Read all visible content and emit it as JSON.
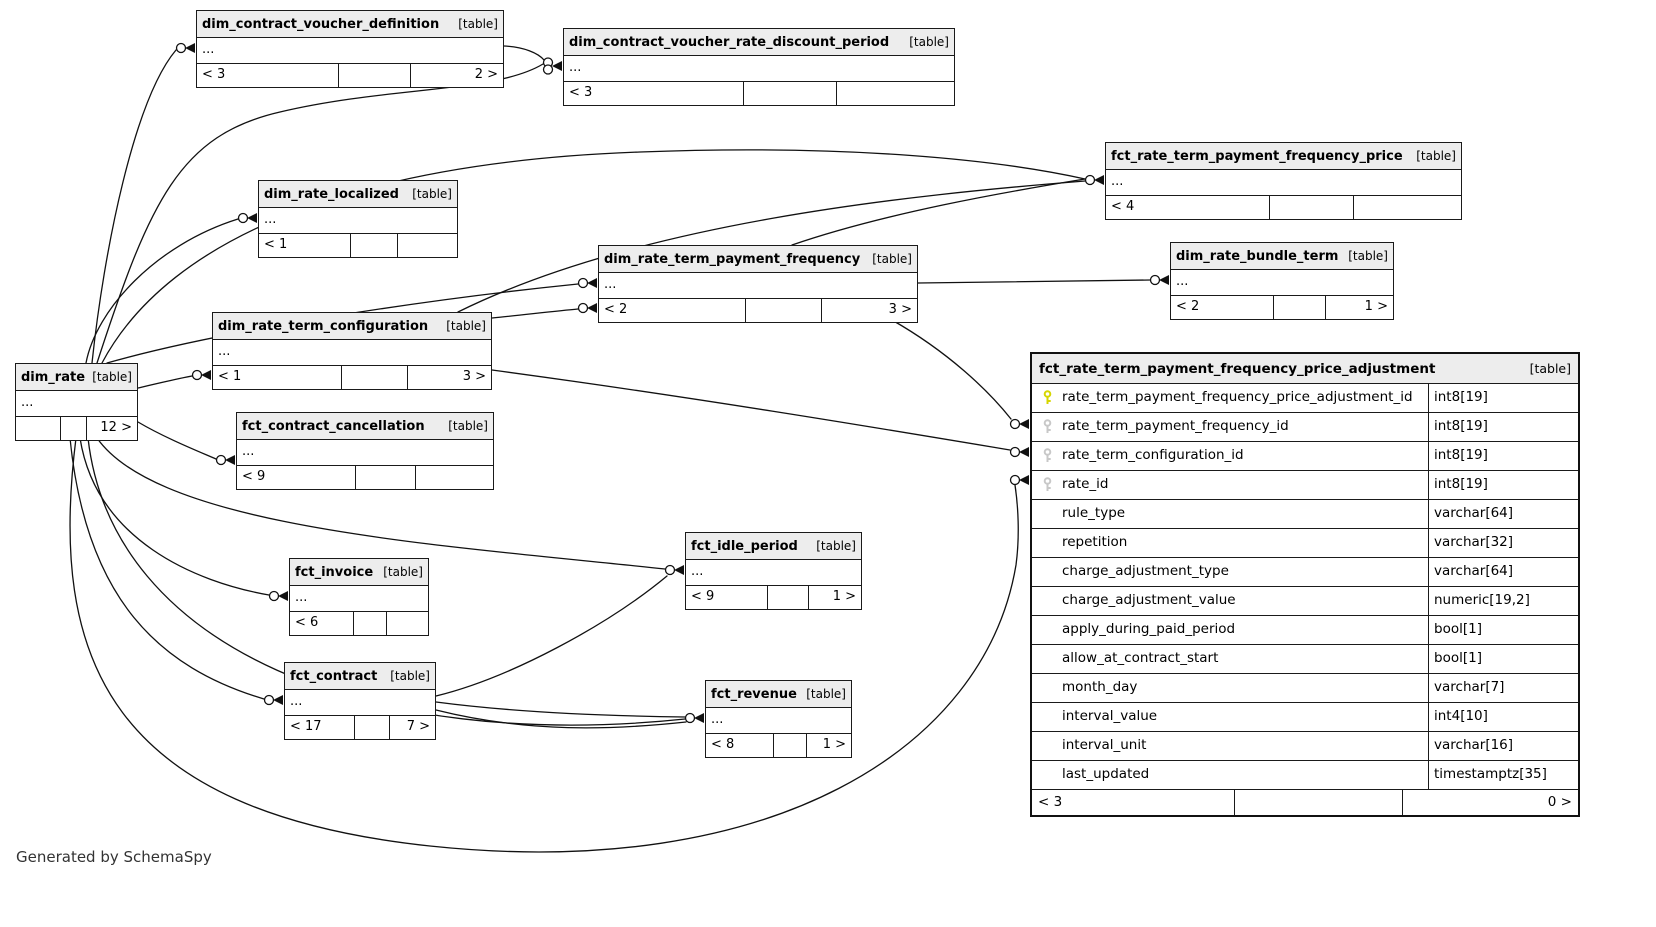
{
  "generator_note": "Generated by SchemaSpy",
  "colors": {
    "header_bg": "#ededed",
    "border": "#1a1a1a",
    "primary_key": "#d6d600",
    "foreign_key": "#c8c8c8"
  },
  "tables": [
    {
      "name": "dim_contract_voucher_definition",
      "tag": "[table]",
      "ellipsis": "...",
      "footer": {
        "left": "< 3",
        "mid": "",
        "right": "2 >"
      }
    },
    {
      "name": "dim_contract_voucher_rate_discount_period",
      "tag": "[table]",
      "ellipsis": "...",
      "footer": {
        "left": "< 3",
        "mid": "",
        "right": ""
      }
    },
    {
      "name": "fct_rate_term_payment_frequency_price",
      "tag": "[table]",
      "ellipsis": "...",
      "footer": {
        "left": "< 4",
        "mid": "",
        "right": ""
      }
    },
    {
      "name": "dim_rate_localized",
      "tag": "[table]",
      "ellipsis": "...",
      "footer": {
        "left": "< 1",
        "mid": "",
        "right": ""
      }
    },
    {
      "name": "dim_rate_term_payment_frequency",
      "tag": "[table]",
      "ellipsis": "...",
      "footer": {
        "left": "< 2",
        "mid": "",
        "right": "3 >"
      }
    },
    {
      "name": "dim_rate_bundle_term",
      "tag": "[table]",
      "ellipsis": "...",
      "footer": {
        "left": "< 2",
        "mid": "",
        "right": "1 >"
      }
    },
    {
      "name": "dim_rate_term_configuration",
      "tag": "[table]",
      "ellipsis": "...",
      "footer": {
        "left": "< 1",
        "mid": "",
        "right": "3 >"
      }
    },
    {
      "name": "dim_rate",
      "tag": "[table]",
      "ellipsis": "...",
      "footer": {
        "left": "",
        "mid": "",
        "right": "12 >"
      }
    },
    {
      "name": "fct_contract_cancellation",
      "tag": "[table]",
      "ellipsis": "...",
      "footer": {
        "left": "< 9",
        "mid": "",
        "right": ""
      }
    },
    {
      "name": "fct_invoice",
      "tag": "[table]",
      "ellipsis": "...",
      "footer": {
        "left": "< 6",
        "mid": "",
        "right": ""
      }
    },
    {
      "name": "fct_idle_period",
      "tag": "[table]",
      "ellipsis": "...",
      "footer": {
        "left": "< 9",
        "mid": "",
        "right": "1 >"
      }
    },
    {
      "name": "fct_contract",
      "tag": "[table]",
      "ellipsis": "...",
      "footer": {
        "left": "< 17",
        "mid": "",
        "right": "7 >"
      }
    },
    {
      "name": "fct_revenue",
      "tag": "[table]",
      "ellipsis": "...",
      "footer": {
        "left": "< 8",
        "mid": "",
        "right": "1 >"
      }
    },
    {
      "name": "fct_rate_term_payment_frequency_price_adjustment",
      "tag": "[table]",
      "columns": [
        {
          "name": "rate_term_payment_frequency_price_adjustment_id",
          "type": "int8[19]",
          "key": "pk"
        },
        {
          "name": "rate_term_payment_frequency_id",
          "type": "int8[19]",
          "key": "fk"
        },
        {
          "name": "rate_term_configuration_id",
          "type": "int8[19]",
          "key": "fk"
        },
        {
          "name": "rate_id",
          "type": "int8[19]",
          "key": "fk"
        },
        {
          "name": "rule_type",
          "type": "varchar[64]",
          "key": ""
        },
        {
          "name": "repetition",
          "type": "varchar[32]",
          "key": ""
        },
        {
          "name": "charge_adjustment_type",
          "type": "varchar[64]",
          "key": ""
        },
        {
          "name": "charge_adjustment_value",
          "type": "numeric[19,2]",
          "key": ""
        },
        {
          "name": "apply_during_paid_period",
          "type": "bool[1]",
          "key": ""
        },
        {
          "name": "allow_at_contract_start",
          "type": "bool[1]",
          "key": ""
        },
        {
          "name": "month_day",
          "type": "varchar[7]",
          "key": ""
        },
        {
          "name": "interval_value",
          "type": "int4[10]",
          "key": ""
        },
        {
          "name": "interval_unit",
          "type": "varchar[16]",
          "key": ""
        },
        {
          "name": "last_updated",
          "type": "timestamptz[35]",
          "key": ""
        }
      ],
      "footer": {
        "left": "< 3",
        "mid": "",
        "right": "0 >"
      }
    }
  ]
}
